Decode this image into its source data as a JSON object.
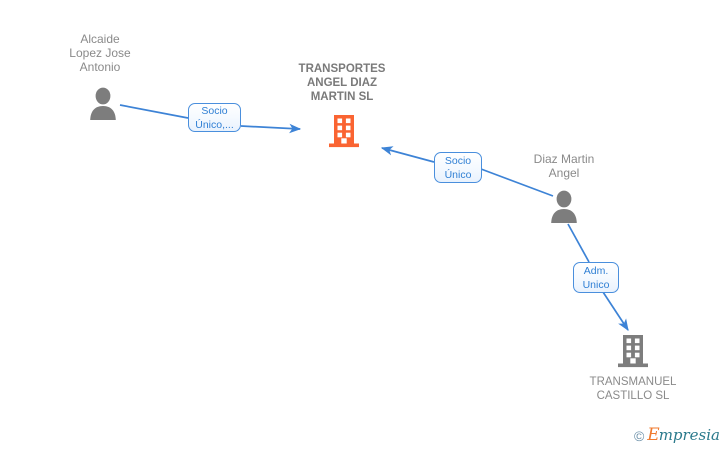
{
  "diagram": {
    "type": "corporate-relationship-graph",
    "background_color": "#ffffff",
    "accent_color": "#4a8fdd",
    "company_highlight_color": "#fa6432",
    "company_secondary_color": "#7d7d7d",
    "person_color": "#7d7d7d",
    "label_color": "#808080"
  },
  "nodes": [
    {
      "id": "person-alcaide",
      "kind": "person",
      "icon": "person-icon",
      "label": "Alcaide\nLopez Jose\nAntonio"
    },
    {
      "id": "company-transportes",
      "kind": "company",
      "icon": "building-icon",
      "label": "TRANSPORTES\nANGEL DIAZ\nMARTIN SL",
      "highlighted": true
    },
    {
      "id": "person-diaz",
      "kind": "person",
      "icon": "person-icon",
      "label": "Diaz Martin\nAngel"
    },
    {
      "id": "company-transmanuel",
      "kind": "company",
      "icon": "building-icon",
      "label": "TRANSMANUEL\nCASTILLO SL",
      "highlighted": false
    }
  ],
  "edges": [
    {
      "id": "edge-alcaide-transportes",
      "from": "person-alcaide",
      "to": "company-transportes",
      "label": "Socio\nÚnico,..."
    },
    {
      "id": "edge-diaz-transportes",
      "from": "person-diaz",
      "to": "company-transportes",
      "label": "Socio\nÚnico"
    },
    {
      "id": "edge-diaz-transmanuel",
      "from": "person-diaz",
      "to": "company-transmanuel",
      "label": "Adm.\nUnico"
    }
  ],
  "watermark": {
    "copyright": "©",
    "brand_initial": "E",
    "brand_rest": "mpresia"
  }
}
